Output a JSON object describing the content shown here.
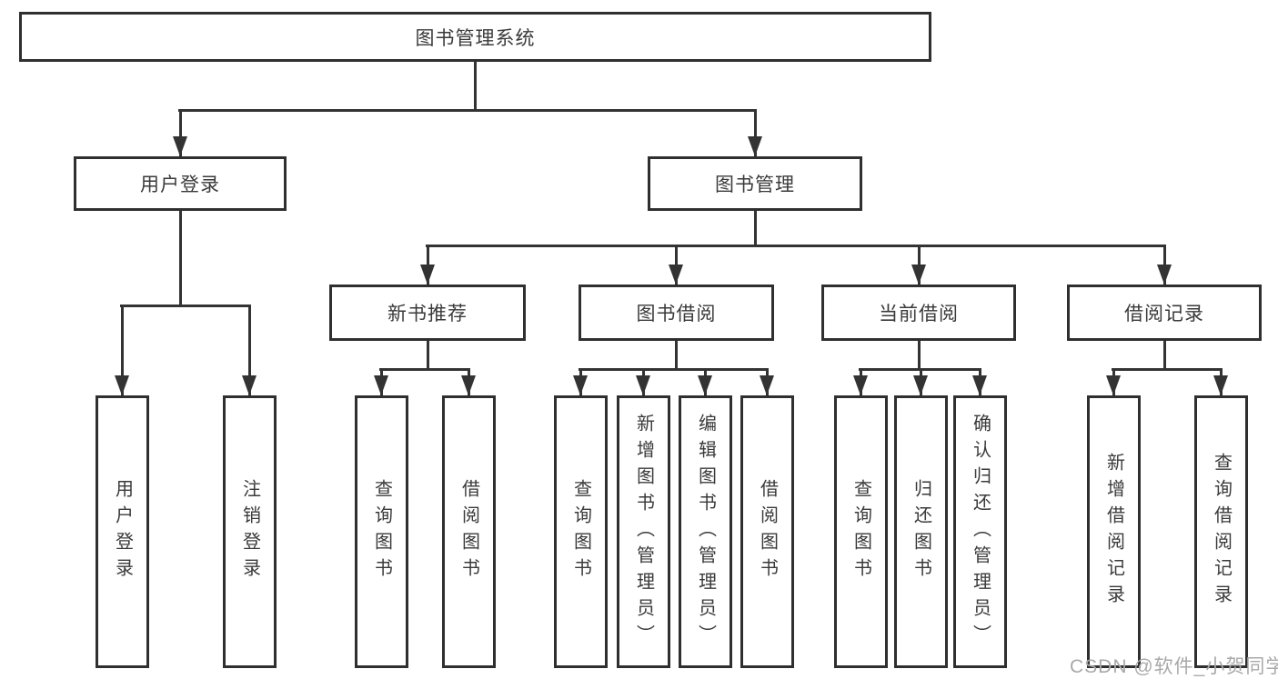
{
  "diagram": {
    "root": {
      "label": "图书管理系统"
    },
    "branches": [
      {
        "label": "用户登录",
        "children": [
          {
            "label": "用户登录"
          },
          {
            "label": "注销登录"
          }
        ]
      },
      {
        "label": "图书管理",
        "children": [
          {
            "label": "新书推荐",
            "children": [
              {
                "label": "查询图书"
              },
              {
                "label": "借阅图书"
              }
            ]
          },
          {
            "label": "图书借阅",
            "children": [
              {
                "label": "查询图书"
              },
              {
                "label": "新增图书（管理员）"
              },
              {
                "label": "编辑图书（管理员）"
              },
              {
                "label": "借阅图书"
              }
            ]
          },
          {
            "label": "当前借阅",
            "children": [
              {
                "label": "查询图书"
              },
              {
                "label": "归还图书"
              },
              {
                "label": "确认归还（管理员）"
              }
            ]
          },
          {
            "label": "借阅记录",
            "children": [
              {
                "label": "新增借阅记录"
              },
              {
                "label": "查询借阅记录"
              }
            ]
          }
        ]
      }
    ]
  },
  "watermark": "CSDN @软件_小贺同学",
  "colors": {
    "line": "#333333",
    "border": "#2f2f2f",
    "text": "#3a3a3a",
    "background": "#ffffff",
    "watermark": "#a9a9a9"
  }
}
